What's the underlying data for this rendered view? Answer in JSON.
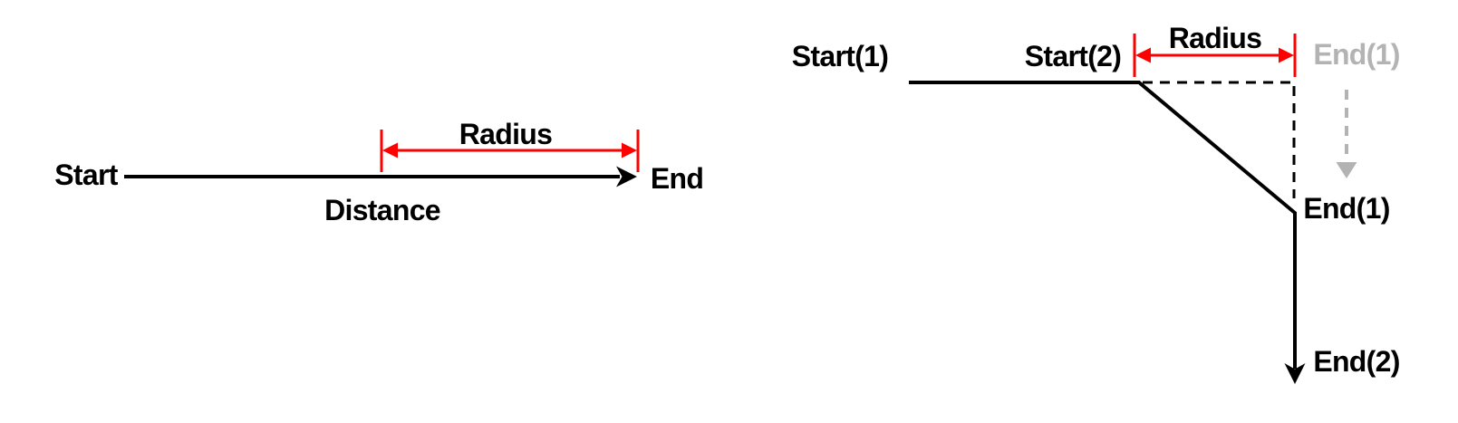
{
  "colors": {
    "black": "#000000",
    "red": "#ff0000",
    "gray": "#b3b3b3",
    "background": "#ffffff"
  },
  "left_diagram": {
    "start": "Start",
    "end": "End",
    "radius": "Radius",
    "distance": "Distance"
  },
  "right_diagram": {
    "start1": "Start(1)",
    "start2": "Start(2)",
    "radius": "Radius",
    "end1_ghost": "End(1)",
    "end1": "End(1)",
    "end2": "End(2)"
  }
}
